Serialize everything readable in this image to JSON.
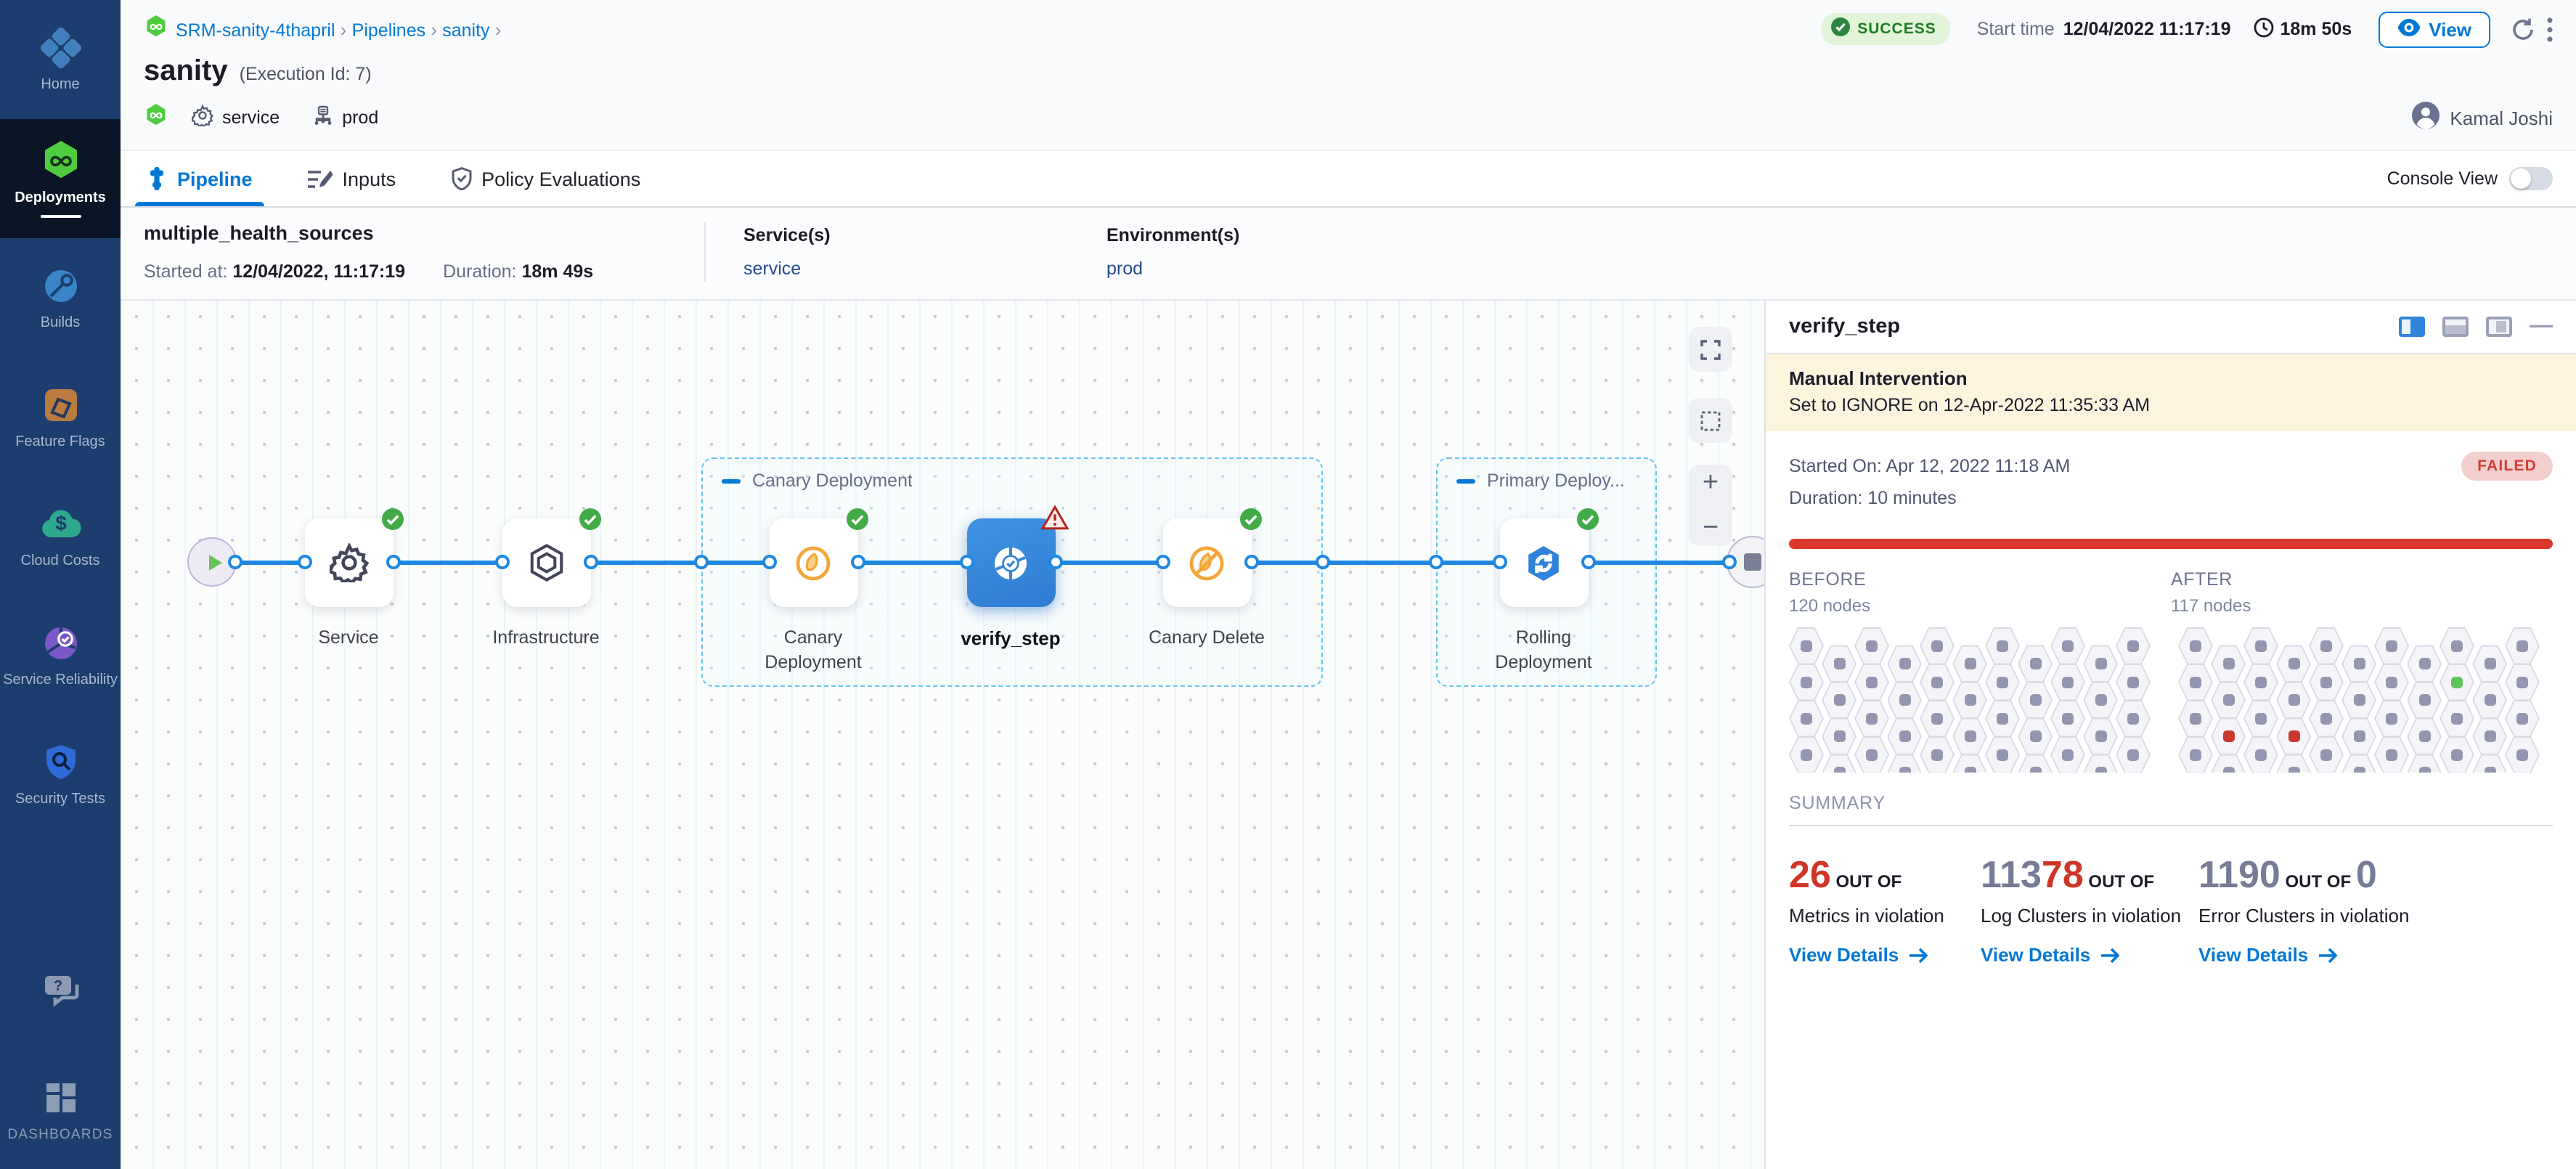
{
  "sidebar": {
    "items": [
      {
        "label": "Home",
        "icon": "home",
        "active": false
      },
      {
        "label": "Deployments",
        "icon": "deployments",
        "active": true
      },
      {
        "label": "Builds",
        "icon": "builds",
        "active": false
      },
      {
        "label": "Feature Flags",
        "icon": "feature-flags",
        "active": false
      },
      {
        "label": "Cloud Costs",
        "icon": "cloud-costs",
        "active": false
      },
      {
        "label": "Service Reliability",
        "icon": "service-reliability",
        "active": false
      },
      {
        "label": "Security Tests",
        "icon": "security-tests",
        "active": false
      }
    ],
    "bottom": [
      {
        "label": "",
        "icon": "help-chat",
        "active": false
      },
      {
        "label": "DASHBOARDS",
        "icon": "dashboards",
        "active": false
      }
    ]
  },
  "header": {
    "breadcrumb": {
      "items": [
        "SRM-sanity-4thapril",
        "Pipelines",
        "sanity"
      ],
      "separator": "›"
    },
    "title": "sanity",
    "execution_id": "(Execution Id: 7)",
    "status": "SUCCESS",
    "start_time_label": "Start time",
    "start_time": "12/04/2022 11:17:19",
    "total_duration": "18m 50s",
    "view_label": "View",
    "tags": {
      "service": "service",
      "environment": "prod"
    },
    "user": "Kamal Joshi"
  },
  "tabs": {
    "items": [
      {
        "label": "Pipeline",
        "icon": "pipeline-tab",
        "active": true
      },
      {
        "label": "Inputs",
        "icon": "inputs-tab",
        "active": false
      },
      {
        "label": "Policy Evaluations",
        "icon": "policy-tab",
        "active": false
      }
    ],
    "console_view_label": "Console View"
  },
  "run_info": {
    "name": "multiple_health_sources",
    "started_label": "Started at:",
    "started": "12/04/2022, 11:17:19",
    "duration_label": "Duration:",
    "duration": "18m 49s",
    "services_label": "Service(s)",
    "services": "service",
    "environments_label": "Environment(s)",
    "environments": "prod"
  },
  "graph": {
    "groups": [
      {
        "label": "Canary Deployment"
      },
      {
        "label": "Primary Deploy..."
      }
    ],
    "nodes": [
      {
        "id": "start",
        "type": "terminal-start",
        "icon": "play",
        "label": "",
        "status": ""
      },
      {
        "id": "service",
        "type": "step",
        "icon": "gear",
        "label": "Service",
        "status": "success"
      },
      {
        "id": "infrastructure",
        "type": "step",
        "icon": "infrastructure",
        "label": "Infrastructure",
        "status": "success"
      },
      {
        "id": "canary-deployment",
        "type": "step",
        "icon": "canary",
        "label": "Canary Deployment",
        "status": "success"
      },
      {
        "id": "verify-step",
        "type": "step-selected",
        "icon": "verify",
        "label": "verify_step",
        "status": "warning"
      },
      {
        "id": "canary-delete",
        "type": "step",
        "icon": "canary-delete",
        "label": "Canary Delete",
        "status": "success"
      },
      {
        "id": "rolling-deployment",
        "type": "step",
        "icon": "rolling",
        "label": "Rolling Deployment",
        "status": "success"
      },
      {
        "id": "end",
        "type": "terminal-end",
        "icon": "stop",
        "label": "",
        "status": ""
      }
    ],
    "controls": {
      "zoom_in": "+",
      "zoom_out": "−"
    }
  },
  "panel": {
    "title": "verify_step",
    "banner": {
      "title": "Manual Intervention",
      "text": "Set to IGNORE on 12-Apr-2022 11:35:33 AM"
    },
    "started": "Started On: Apr 12, 2022 11:18 AM",
    "duration": "Duration: 10 minutes",
    "status": "FAILED",
    "before": {
      "label": "BEFORE",
      "nodes": "120 nodes"
    },
    "after": {
      "label": "AFTER",
      "nodes": "117 nodes"
    },
    "grids": {
      "before": {
        "cols": 11,
        "rows": 5,
        "special": []
      },
      "after": {
        "cols": 11,
        "rows": 5,
        "special": [
          {
            "c": 8,
            "r": 1,
            "color": "#5fc45a"
          },
          {
            "c": 1,
            "r": 2,
            "color": "#c9382d"
          },
          {
            "c": 3,
            "r": 2,
            "color": "#c9382d"
          },
          {
            "c": 5,
            "r": 4,
            "color": "#c9382d"
          }
        ]
      }
    },
    "summary_label": "SUMMARY",
    "summary": [
      {
        "segments": [
          {
            "text": "26",
            "color": "red"
          }
        ],
        "out_of": "OUT OF",
        "desc": "Metrics in violation",
        "link": "View Details"
      },
      {
        "segments": [
          {
            "text": "113",
            "color": "slate"
          },
          {
            "text": "78",
            "color": "red"
          }
        ],
        "out_of": "OUT OF",
        "desc": "Log Clusters in violation",
        "link": "View Details"
      },
      {
        "segments": [
          {
            "text": "1190",
            "color": "slate"
          }
        ],
        "out_of": "OUT OF",
        "suffix": {
          "text": "0",
          "color": "slate"
        },
        "desc": "Error Clusters in violation",
        "link": "View Details"
      }
    ],
    "link_arrow": "→"
  },
  "colors": {
    "accent": "#0278d5",
    "success": "#42ab47",
    "fail": "#d9372b",
    "sidebar": "#1c3d6d"
  }
}
